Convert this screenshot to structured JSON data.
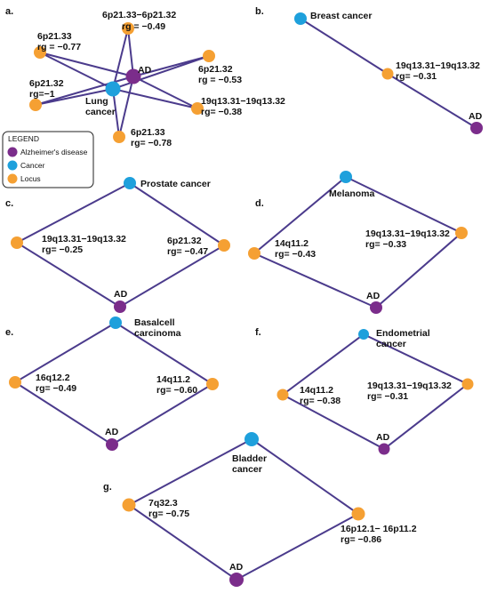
{
  "colors": {
    "ad": "#7b2d8b",
    "cancer": "#1ea0dc",
    "locus": "#f5a033",
    "edge": "#4b3b8c"
  },
  "legend": {
    "title": "LEGEND",
    "items": [
      {
        "label": "Alzheimer's disease",
        "kind": "ad"
      },
      {
        "label": "Cancer",
        "kind": "cancer"
      },
      {
        "label": "Locus",
        "kind": "locus"
      }
    ]
  },
  "panels": {
    "a": {
      "label": "a.",
      "ad": "AD",
      "cancer_line1": "Lung",
      "cancer_line2": "cancer",
      "loci": [
        {
          "name": "6p21.33−6p21.32",
          "rg": "rg = −0.49"
        },
        {
          "name": "6p21.33",
          "rg": "rg = −0.77"
        },
        {
          "name": "6p21.32",
          "rg": "rg = −0.53"
        },
        {
          "name": "6p21.32",
          "rg": "rg=−1"
        },
        {
          "name": "19q13.31−19q13.32",
          "rg": "rg= −0.38"
        },
        {
          "name": "6p21.33",
          "rg": "rg= −0.78"
        }
      ]
    },
    "b": {
      "label": "b.",
      "cancer": "Breast cancer",
      "locus": {
        "name": "19q13.31−19q13.32",
        "rg": "rg= −0.31"
      },
      "ad": "AD"
    },
    "c": {
      "label": "c.",
      "cancer": "Prostate cancer",
      "left": {
        "name": "19q13.31−19q13.32",
        "rg": "rg= −0.25"
      },
      "right": {
        "name": "6p21.32",
        "rg": "rg= −0.47"
      },
      "ad": "AD"
    },
    "d": {
      "label": "d.",
      "cancer": "Melanoma",
      "left": {
        "name": "14q11.2",
        "rg": "rg= −0.43"
      },
      "right": {
        "name": "19q13.31−19q13.32",
        "rg": "rg= −0.33"
      },
      "ad": "AD"
    },
    "e": {
      "label": "e.",
      "cancer_line1": "Basalcell",
      "cancer_line2": "carcinoma",
      "left": {
        "name": "16q12.2",
        "rg": "rg= −0.49"
      },
      "right": {
        "name": "14q11.2",
        "rg": "rg= −0.60"
      },
      "ad": "AD"
    },
    "f": {
      "label": "f.",
      "cancer_line1": "Endometrial",
      "cancer_line2": "cancer",
      "left": {
        "name": "14q11.2",
        "rg": "rg= −0.38"
      },
      "right": {
        "name": "19q13.31−19q13.32",
        "rg": "rg= −0.31"
      },
      "ad": "AD"
    },
    "g": {
      "label": "g.",
      "cancer_line1": "Bladder",
      "cancer_line2": "cancer",
      "left": {
        "name": "7q32.3",
        "rg": "rg= −0.75"
      },
      "right": {
        "name": "16p12.1− 16p11.2",
        "rg": "rg= −0.86"
      },
      "ad": "AD"
    }
  }
}
